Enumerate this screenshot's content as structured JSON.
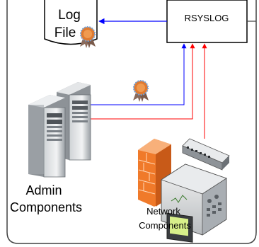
{
  "log_file": {
    "line1": "Log",
    "line2": "File"
  },
  "rsyslog": {
    "label": "RSYSLOG"
  },
  "admin": {
    "line1": "Admin",
    "line2": "Components"
  },
  "network": {
    "line1": "Network",
    "line2": "Components"
  },
  "colors": {
    "blue_link": "#0000ff",
    "red_link": "#ff0000",
    "boundary": "#404040",
    "badge": "#e07a30",
    "firewall": "#f07a2a"
  }
}
